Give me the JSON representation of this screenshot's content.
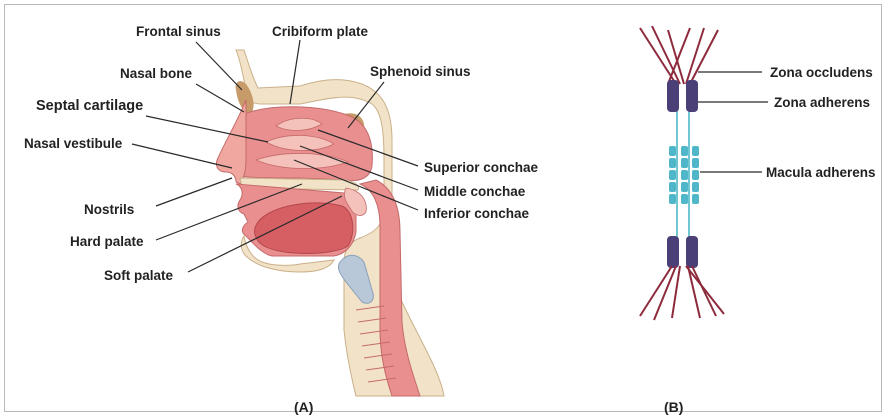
{
  "panel_a": {
    "caption": "(A)",
    "labels": {
      "frontal_sinus": "Frontal sinus",
      "cribriform_plate": "Cribiform plate",
      "nasal_bone": "Nasal bone",
      "sphenoid_sinus": "Sphenoid sinus",
      "septal_cartilage": "Septal cartilage",
      "nasal_vestibule": "Nasal vestibule",
      "superior_conchae": "Superior conchae",
      "middle_conchae": "Middle conchae",
      "inferior_conchae": "Inferior conchae",
      "nostrils": "Nostrils",
      "hard_palate": "Hard palate",
      "soft_palate": "Soft palate"
    }
  },
  "panel_b": {
    "caption": "(B)",
    "labels": {
      "zona_occludens": "Zona occludens",
      "zona_adherens": "Zona adherens",
      "macula_adherens": "Macula adherens"
    }
  },
  "colors": {
    "tissue_pink": "#e98f8f",
    "tissue_light": "#f4c1bb",
    "bone": "#f2e3c8",
    "sinus": "#c79a6a",
    "cartilage": "#b8c8d8",
    "junction_purple": "#4b3f78",
    "desmosome_teal": "#4fb7c9",
    "filament_red": "#8d2b3d"
  }
}
